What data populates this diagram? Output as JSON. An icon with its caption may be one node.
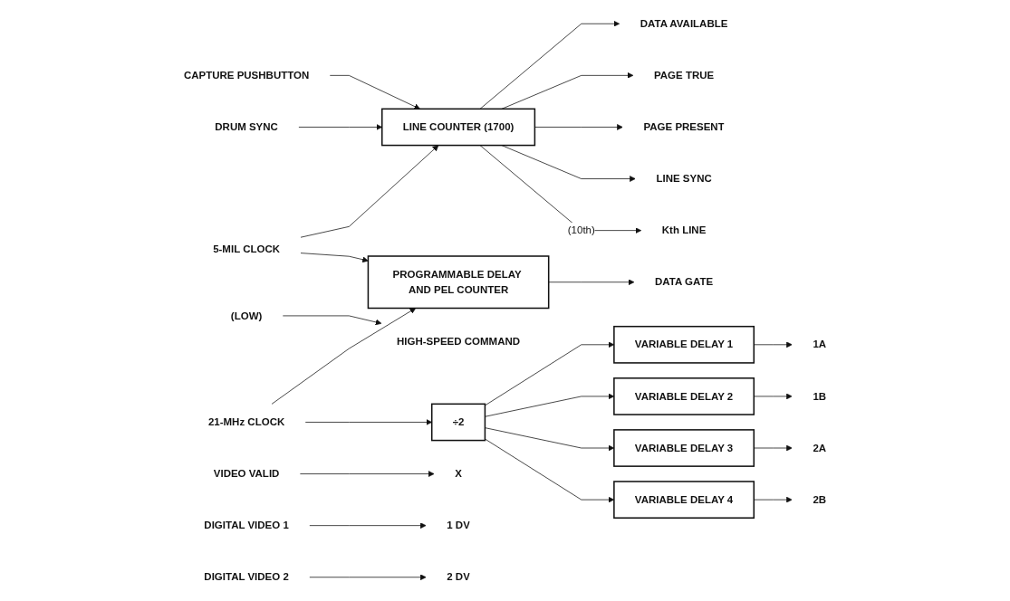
{
  "diagram": {
    "nodes": [
      {
        "text": [
          "CAPTURE PUSHBUTTON"
        ]
      },
      {
        "text": [
          "DRUM SYNC"
        ]
      },
      {
        "text": [
          "5-MIL CLOCK"
        ]
      },
      {
        "text": [
          "DATA AVAILABLE"
        ]
      },
      {
        "text": [
          "LINE COUNTER (1700)"
        ]
      },
      {
        "text": [
          "PAGE TRUE"
        ]
      },
      {
        "text": [
          "PAGE PRESENT"
        ]
      },
      {
        "text": [
          "LINE SYNC"
        ]
      },
      {
        "text": [
          "Kth LINE"
        ]
      },
      {
        "text": [
          "DATA GATE"
        ]
      },
      {
        "text": [
          "PROGRAMMABLE DELAY AND PEL COUNTER"
        ]
      },
      {
        "text": [
          "(LOW)"
        ]
      },
      {
        "text": [
          "HIGH-SPEED COMMAND"
        ]
      },
      {
        "text": [
          "1A"
        ]
      },
      {
        "text": [
          "VARIABLE DELAY 1"
        ]
      },
      {
        "text": [
          "X"
        ]
      },
      {
        "text": [
          "VIDEO VALID"
        ]
      },
      {
        "text": [
          "1B"
        ]
      },
      {
        "text": [
          "VARIABLE DELAY 2"
        ]
      },
      {
        "text": [
          "÷2"
        ]
      },
      {
        "text": [
          "21-MHz CLOCK"
        ]
      },
      {
        "text": [
          "2A"
        ]
      },
      {
        "text": [
          "VARIABLE DELAY 3"
        ]
      },
      {
        "text": [
          "2B"
        ]
      },
      {
        "text": [
          "VARIABLE DELAY 4"
        ]
      },
      {
        "text": [
          "1 DV"
        ]
      },
      {
        "text": [
          "DIGITAL VIDEO 1"
        ]
      },
      {
        "text": [
          "2 DV"
        ]
      },
      {
        "text": [
          "DIGITAL VIDEO 2"
        ]
      }
    ],
    "edges": [
      {
        "from": 0,
        "to": 4,
        "arrow": "to"
      },
      {
        "from": 1,
        "to": 4,
        "arrow": "to"
      },
      {
        "from": 2,
        "to": 4,
        "arrow": "to"
      },
      {
        "from": 2,
        "to": 10,
        "arrow": "to"
      },
      {
        "from": 4,
        "to": 3,
        "arrow": "to"
      },
      {
        "from": 4,
        "to": 5,
        "arrow": "to"
      },
      {
        "from": 4,
        "to": 6,
        "arrow": "to"
      },
      {
        "from": 4,
        "to": 7,
        "arrow": "to"
      },
      {
        "from": 4,
        "to": 8,
        "arrow": "to",
        "label": "(10th)"
      },
      {
        "from": 10,
        "to": 9,
        "arrow": "to"
      },
      {
        "from": 11,
        "to": 12,
        "arrow": "to"
      },
      {
        "from": 20,
        "to": 10,
        "arrow": "to"
      },
      {
        "from": 20,
        "to": 19,
        "arrow": "to"
      },
      {
        "from": 19,
        "to": 14,
        "arrow": "to"
      },
      {
        "from": 19,
        "to": 18,
        "arrow": "to"
      },
      {
        "from": 19,
        "to": 22,
        "arrow": "to"
      },
      {
        "from": 19,
        "to": 24,
        "arrow": "to"
      },
      {
        "from": 14,
        "to": 13,
        "arrow": "to"
      },
      {
        "from": 18,
        "to": 17,
        "arrow": "to"
      },
      {
        "from": 22,
        "to": 21,
        "arrow": "to"
      },
      {
        "from": 24,
        "to": 23,
        "arrow": "to"
      },
      {
        "from": 16,
        "to": 15,
        "arrow": "to"
      },
      {
        "from": 26,
        "to": 25,
        "arrow": "to"
      },
      {
        "from": 28,
        "to": 27,
        "arrow": "to"
      }
    ]
  }
}
